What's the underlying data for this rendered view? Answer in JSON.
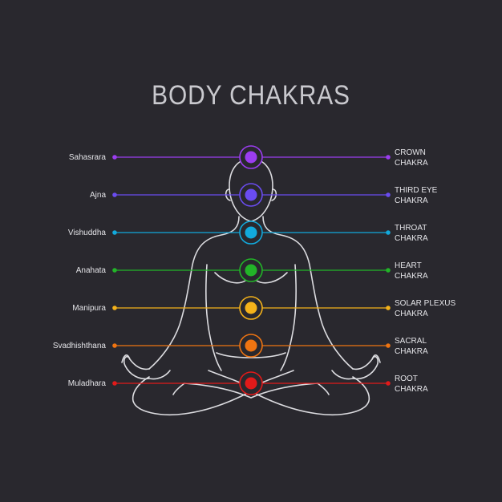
{
  "title": "BODY CHAKRAS",
  "colors": {
    "background": "#29282e",
    "figure_outline": "#dcdce0",
    "text": "#e4e4e8"
  },
  "chakras": [
    {
      "sanskrit": "Sahasrara",
      "english_line1": "CROWN",
      "english_line2": "CHAKRA",
      "color": "#9b3df0",
      "icon": "crown-chakra-circle-icon"
    },
    {
      "sanskrit": "Ajna",
      "english_line1": "THIRD EYE",
      "english_line2": "CHAKRA",
      "color": "#6a4cf0",
      "icon": "third-eye-chakra-circle-icon"
    },
    {
      "sanskrit": "Vishuddha",
      "english_line1": "THROAT",
      "english_line2": "CHAKRA",
      "color": "#12a9dc",
      "icon": "throat-chakra-circle-icon"
    },
    {
      "sanskrit": "Anahata",
      "english_line1": "HEART",
      "english_line2": "CHAKRA",
      "color": "#22b428",
      "icon": "heart-chakra-circle-icon"
    },
    {
      "sanskrit": "Manipura",
      "english_line1": "SOLAR PLEXUS",
      "english_line2": "CHAKRA",
      "color": "#f4b21a",
      "icon": "solar-plexus-chakra-circle-icon"
    },
    {
      "sanskrit": "Svadhishthana",
      "english_line1": "SACRAL",
      "english_line2": "CHAKRA",
      "color": "#ef7411",
      "icon": "sacral-chakra-circle-icon"
    },
    {
      "sanskrit": "Muladhara",
      "english_line1": "ROOT",
      "english_line2": "CHAKRA",
      "color": "#e11a1a",
      "icon": "root-chakra-circle-icon"
    }
  ]
}
